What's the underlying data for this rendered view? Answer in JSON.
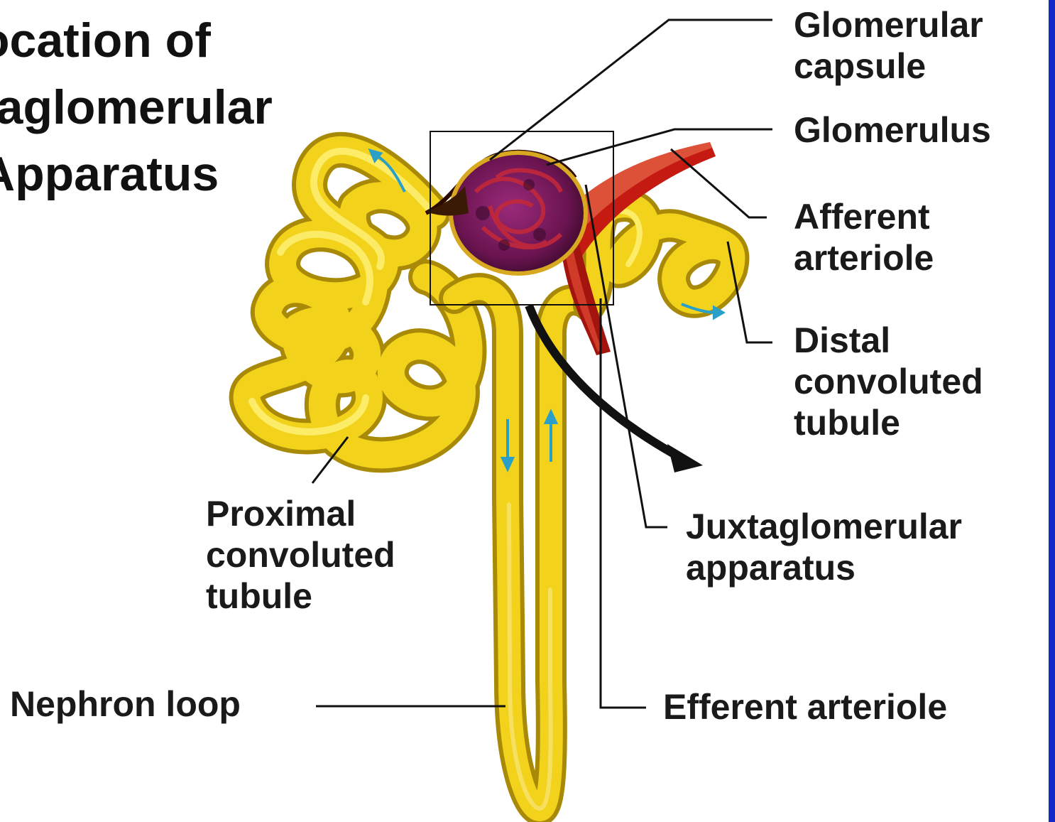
{
  "title": {
    "line1": "ocation of",
    "line2": "taglomerular",
    "line3": "Apparatus"
  },
  "labels": {
    "glomerular_capsule": [
      "Glomerular",
      "capsule"
    ],
    "glomerulus": [
      "Glomerulus"
    ],
    "afferent_arteriole": [
      "Afferent",
      "arteriole"
    ],
    "distal_convoluted_tubule": [
      "Distal",
      "convoluted",
      "tubule"
    ],
    "proximal_convoluted_tubule": [
      "Proximal",
      "convoluted",
      "tubule"
    ],
    "juxtaglomerular_apparatus": [
      "Juxtaglomerular",
      "apparatus"
    ],
    "nephron_loop": [
      "Nephron loop"
    ],
    "efferent_arteriole": [
      "Efferent arteriole"
    ]
  },
  "colors": {
    "background": "#ffffff",
    "tubule": "#f2d21a",
    "tubule_shadow": "#b8960a",
    "tubule_highlight": "#fff27a",
    "vessel_red": "#c41a12",
    "vessel_dark": "#7a0d0a",
    "glomerulus_purple": "#6a1450",
    "flow_arrow": "#2aa0c8",
    "leader_line": "#111111",
    "right_bar": "#1428c8"
  }
}
